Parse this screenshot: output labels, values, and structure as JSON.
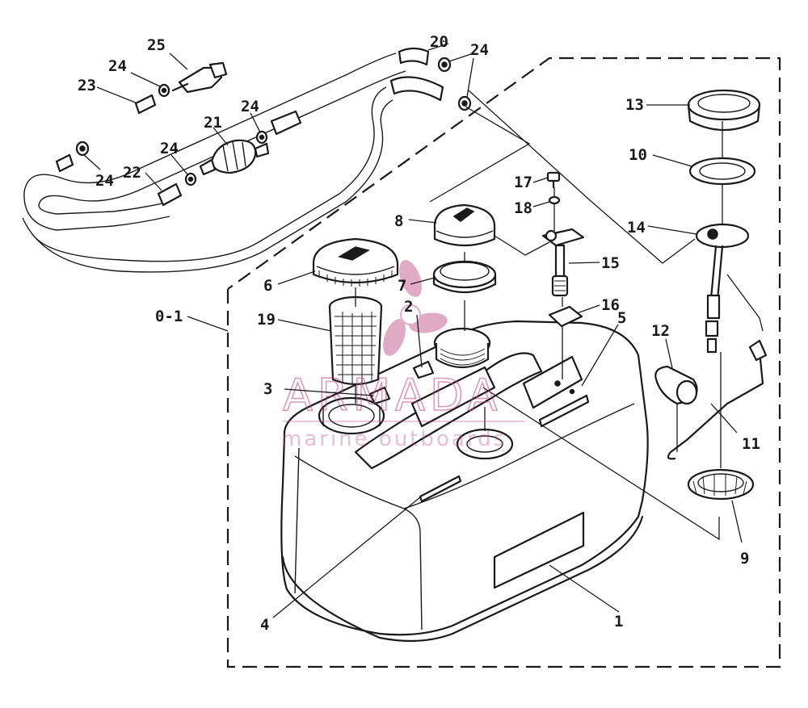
{
  "watermark": {
    "brand": "ARMADA",
    "tagline": "marine outboards",
    "color": "#c0477f"
  },
  "assembly_label": "0-1",
  "callouts": [
    {
      "id": "c1",
      "text": "1"
    },
    {
      "id": "c2",
      "text": "2"
    },
    {
      "id": "c3",
      "text": "3"
    },
    {
      "id": "c4",
      "text": "4"
    },
    {
      "id": "c5",
      "text": "5"
    },
    {
      "id": "c6",
      "text": "6"
    },
    {
      "id": "c7",
      "text": "7"
    },
    {
      "id": "c8",
      "text": "8"
    },
    {
      "id": "c9",
      "text": "9"
    },
    {
      "id": "c10",
      "text": "10"
    },
    {
      "id": "c11",
      "text": "11"
    },
    {
      "id": "c12",
      "text": "12"
    },
    {
      "id": "c13",
      "text": "13"
    },
    {
      "id": "c14",
      "text": "14"
    },
    {
      "id": "c15",
      "text": "15"
    },
    {
      "id": "c16",
      "text": "16"
    },
    {
      "id": "c17",
      "text": "17"
    },
    {
      "id": "c18",
      "text": "18"
    },
    {
      "id": "c19",
      "text": "19"
    },
    {
      "id": "c20",
      "text": "20"
    },
    {
      "id": "c21",
      "text": "21"
    },
    {
      "id": "c22",
      "text": "22"
    },
    {
      "id": "c23",
      "text": "23"
    },
    {
      "id": "c24a",
      "text": "24"
    },
    {
      "id": "c24b",
      "text": "24"
    },
    {
      "id": "c24c",
      "text": "24"
    },
    {
      "id": "c24d",
      "text": "24"
    },
    {
      "id": "c24e",
      "text": "24"
    },
    {
      "id": "c25",
      "text": "25"
    }
  ]
}
